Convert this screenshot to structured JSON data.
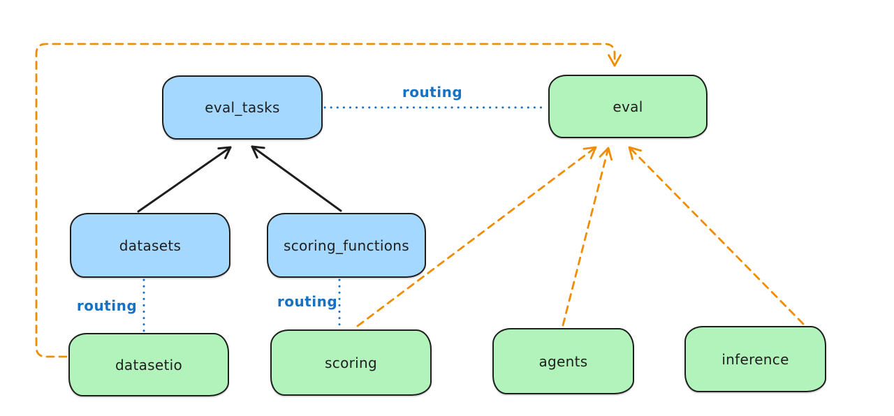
{
  "diagram": {
    "background_color": "#ffffff",
    "colors": {
      "api_box_fill": "#a5d8ff",
      "provider_box_fill": "#b2f2bb",
      "box_stroke": "#1e1e1e",
      "routing_blue": "#1971c2",
      "provider_orange": "#f08c00"
    },
    "nodes": [
      {
        "id": "eval_tasks",
        "label": "eval_tasks",
        "style": "blue"
      },
      {
        "id": "eval",
        "label": "eval",
        "style": "green"
      },
      {
        "id": "datasets",
        "label": "datasets",
        "style": "blue"
      },
      {
        "id": "scoring_functions",
        "label": "scoring_functions",
        "style": "blue"
      },
      {
        "id": "datasetio",
        "label": "datasetio",
        "style": "green"
      },
      {
        "id": "scoring",
        "label": "scoring",
        "style": "green"
      },
      {
        "id": "agents",
        "label": "agents",
        "style": "green"
      },
      {
        "id": "inference",
        "label": "inference",
        "style": "green"
      }
    ],
    "edge_labels": [
      {
        "id": "routing-eval-tasks-eval",
        "text": "routing"
      },
      {
        "id": "routing-datasets-datasetio",
        "text": "routing"
      },
      {
        "id": "routing-scoring-fns-scoring",
        "text": "routing"
      }
    ],
    "edges": [
      {
        "from": "datasets",
        "to": "eval_tasks",
        "style": "solid-black-arrow"
      },
      {
        "from": "scoring_functions",
        "to": "eval_tasks",
        "style": "solid-black-arrow"
      },
      {
        "from": "eval_tasks",
        "to": "eval",
        "style": "dotted-blue",
        "label": "routing"
      },
      {
        "from": "datasets",
        "to": "datasetio",
        "style": "dotted-blue",
        "label": "routing"
      },
      {
        "from": "scoring_functions",
        "to": "scoring",
        "style": "dotted-blue",
        "label": "routing"
      },
      {
        "from": "datasetio",
        "to": "eval",
        "style": "dashed-orange-arrow"
      },
      {
        "from": "scoring",
        "to": "eval",
        "style": "dashed-orange-arrow"
      },
      {
        "from": "agents",
        "to": "eval",
        "style": "dashed-orange-arrow"
      },
      {
        "from": "inference",
        "to": "eval",
        "style": "dashed-orange-arrow"
      }
    ]
  }
}
